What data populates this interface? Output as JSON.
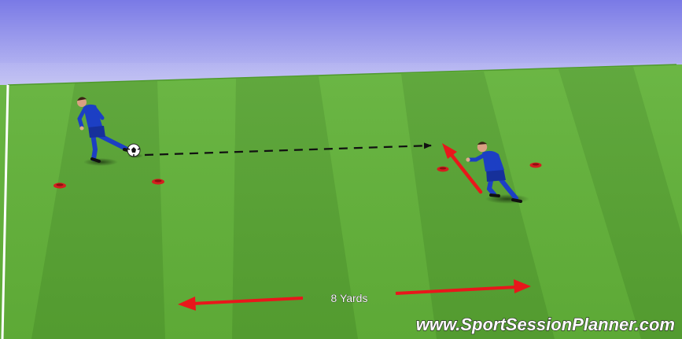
{
  "scene": {
    "sky_color": "#a9a9ef",
    "grass_light": "#64b43a",
    "grass_dark": "#58a431",
    "cone_color": "#d41f1f",
    "player_kit_color": "#1c3fc4",
    "pass_arrow_color": "#111111",
    "run_arrow_color": "#e8171b"
  },
  "players": [
    {
      "id": "passer",
      "action": "passing"
    },
    {
      "id": "receiver",
      "action": "receiving"
    }
  ],
  "cones_count": 4,
  "distance_label": "8 Yards",
  "watermark": "www.SportSessionPlanner.com"
}
